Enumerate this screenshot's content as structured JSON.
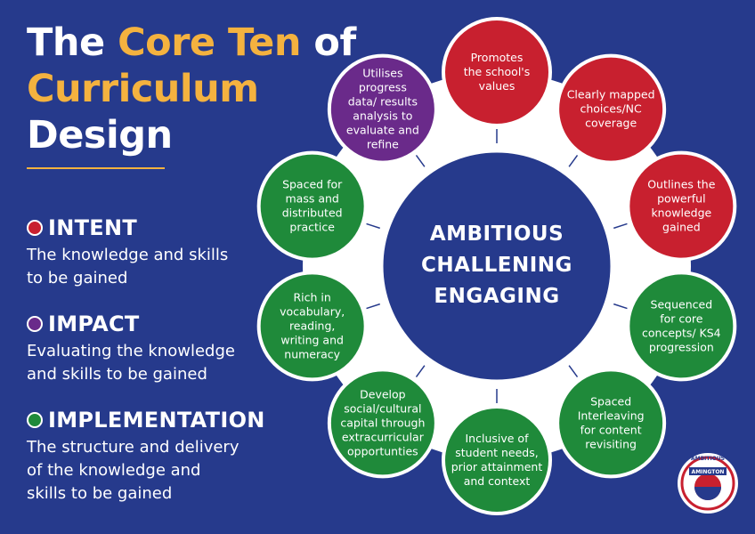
{
  "title": {
    "part1": "The",
    "accent_line1": "Core Ten",
    "part2": "of",
    "accent_line2": "Curriculum",
    "part3": "Design"
  },
  "legend": [
    {
      "title": "INTENT",
      "description": "The knowledge and skills to be gained",
      "color": "#c8202f"
    },
    {
      "title": "IMPACT",
      "description": "Evaluating the knowledge and skills to be gained",
      "color": "#6a2a8a"
    },
    {
      "title": "IMPLEMENTATION",
      "description": "The structure and delivery of the knowledge and skills to be gained",
      "color": "#1f8a3a"
    }
  ],
  "hub": {
    "lines": [
      "AMBITIOUS",
      "CHALLENING",
      "ENGAGING"
    ]
  },
  "nodes": [
    {
      "lines": [
        "Promotes",
        "the school's",
        "values"
      ],
      "category": "intent"
    },
    {
      "lines": [
        "Clearly mapped",
        "choices/NC",
        "coverage"
      ],
      "category": "intent"
    },
    {
      "lines": [
        "Outlines the",
        "powerful",
        "knowledge",
        "gained"
      ],
      "category": "intent"
    },
    {
      "lines": [
        "Sequenced",
        "for core",
        "concepts/ KS4",
        "progression"
      ],
      "category": "implementation"
    },
    {
      "lines": [
        "Spaced",
        "Interleaving",
        "for content",
        "revisiting"
      ],
      "category": "implementation"
    },
    {
      "lines": [
        "Inclusive of",
        "student needs,",
        "prior attainment",
        "and context"
      ],
      "category": "implementation"
    },
    {
      "lines": [
        "Develop",
        "social/cultural",
        "capital through",
        "extracurricular",
        "opportunties"
      ],
      "category": "implementation"
    },
    {
      "lines": [
        "Rich in",
        "vocabulary,",
        "reading,",
        "writing and",
        "numeracy"
      ],
      "category": "implementation"
    },
    {
      "lines": [
        "Spaced for",
        "mass and",
        "distributed",
        "practice"
      ],
      "category": "implementation"
    },
    {
      "lines": [
        "Utilises",
        "progress",
        "data/ results",
        "analysis to",
        "evaluate and",
        "refine"
      ],
      "category": "impact"
    }
  ],
  "colors": {
    "background": "#263a8c",
    "intent": "#c8202f",
    "impact": "#6a2a8a",
    "implementation": "#1f8a3a",
    "accent": "#f4b23f"
  },
  "logo": {
    "name": "AMINGTON",
    "top": "AMBITIOUS"
  }
}
